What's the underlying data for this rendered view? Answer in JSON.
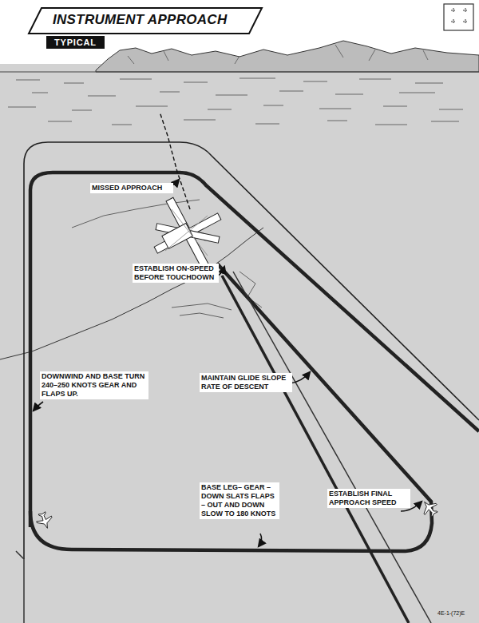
{
  "diagram": {
    "title": "INSTRUMENT APPROACH",
    "nodes": [
      {
        "text": [
          "TYPICAL"
        ]
      }
    ],
    "labels": [
      "MISSED APPROACH",
      "ESTABLISH ON-SPEED BEFORE TOUCHDOWN",
      "DOWNWIND AND BASE TURN 240–250 KNOTS GEAR AND FLAPS UP.",
      "MAINTAIN GLIDE SLOPE RATE OF DESCENT",
      "BASE LEG– GEAR – DOWN SLATS FLAPS – OUT AND DOWN SLOW TO 180 KNOTS",
      "ESTABLISH FINAL APPROACH SPEED",
      "4E-1-(72)E"
    ]
  }
}
